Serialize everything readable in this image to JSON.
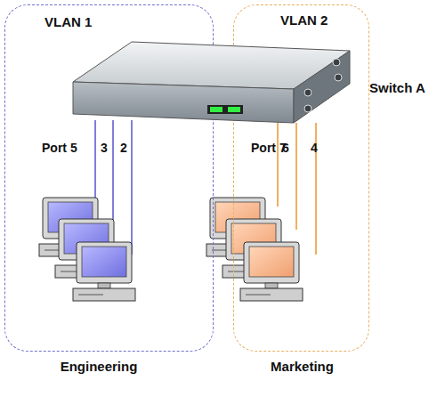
{
  "diagram": {
    "nodes": [
      {
        "text": [
          "VLAN 1",
          "Engineering"
        ]
      },
      {
        "text": [
          "VLAN 2",
          "Marketing"
        ]
      },
      {
        "text": [
          "Switch A"
        ]
      }
    ],
    "labels": [
      "Port 5",
      "3",
      "2",
      "Port 7",
      "6",
      "4"
    ]
  }
}
